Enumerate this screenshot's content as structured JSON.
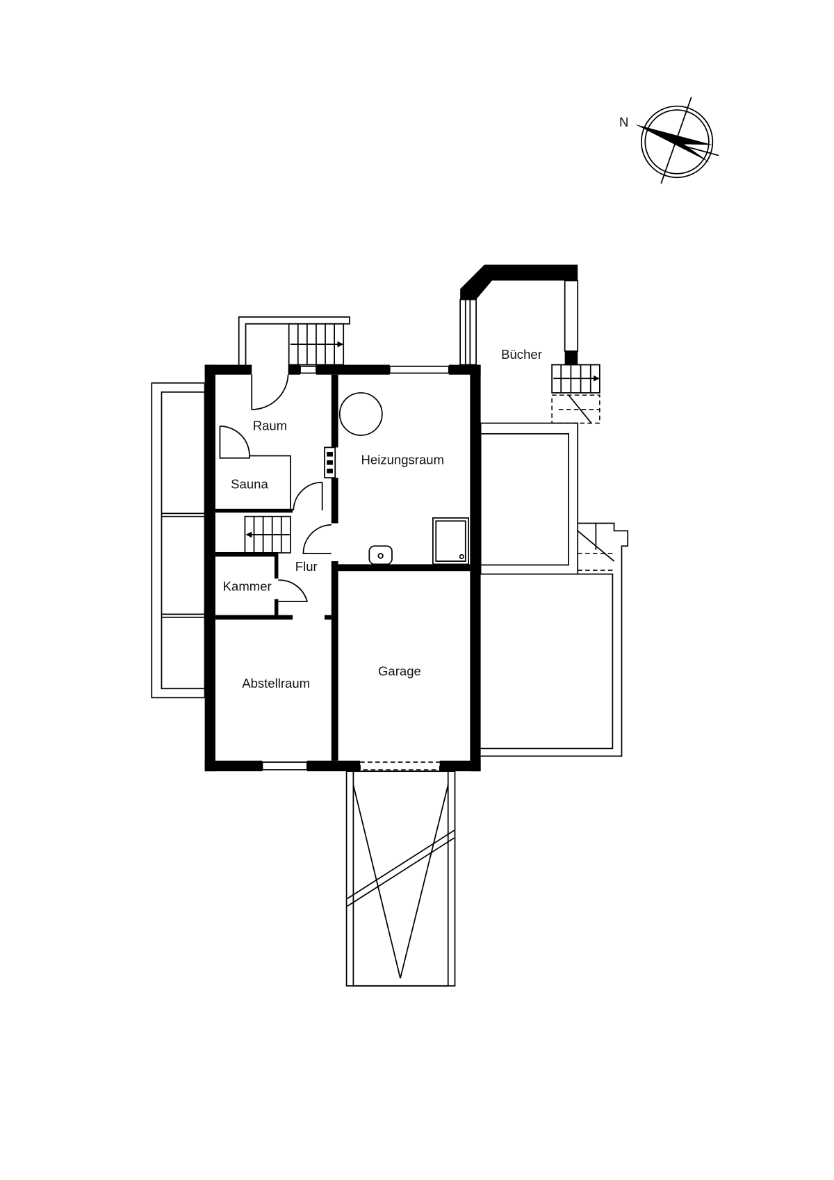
{
  "plan": {
    "rooms": {
      "raum": "Raum",
      "sauna": "Sauna",
      "heizungsraum": "Heizungsraum",
      "flur": "Flur",
      "kammer": "Kammer",
      "abstellraum": "Abstellraum",
      "garage": "Garage",
      "buecher": "Bücher"
    },
    "compass": {
      "north_label": "N"
    }
  }
}
